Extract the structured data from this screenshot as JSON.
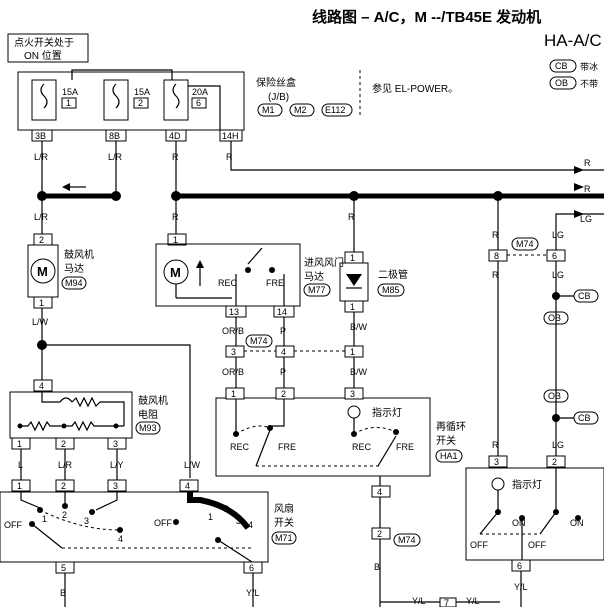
{
  "title": "线路图 – A/C，M --/TB45E 发动机",
  "subtitle": "HA-A/C",
  "legend": [
    {
      "code": "CB",
      "text": "带冰"
    },
    {
      "code": "OB",
      "text": "不带"
    }
  ],
  "ign": {
    "line1": "点火开关处于",
    "line2": "ON 位置"
  },
  "fuse_box": {
    "label": "保险丝盒",
    "jb": "(J/B)",
    "conns": [
      "M1",
      "M2",
      "E112"
    ]
  },
  "ref": "参见 EL-POWER。",
  "fuses": [
    {
      "amp": "15A",
      "num": "1",
      "term": "3B",
      "wire": "L/R"
    },
    {
      "amp": "15A",
      "num": "2",
      "term": "8B",
      "wire": "L/R"
    },
    {
      "amp": "20A",
      "num": "6",
      "term": "4D",
      "wire": "R"
    },
    {
      "amp": "",
      "num": "",
      "term": "14H",
      "wire": "R"
    }
  ],
  "blower_motor": {
    "name1": "鼓风机",
    "name2": "马达",
    "conn": "M94",
    "motor": "M",
    "pin_top": "2",
    "pin_bot": "1",
    "wire_top": "L/R",
    "wire_bot": "L/W"
  },
  "intake_motor": {
    "name1": "进风风门",
    "name2": "马达",
    "conn": "M77",
    "motor": "M",
    "pin_top": "1",
    "rec": "REC",
    "fre": "FRE",
    "pin_l": "13",
    "pin_r": "14",
    "wire_top": "R"
  },
  "diode": {
    "name": "二极管",
    "conn": "M85",
    "pin_top": "1",
    "pin_bot": "1",
    "wire_top": "R",
    "wire_bot": "B/W"
  },
  "joint": {
    "conn": "M74",
    "pins": [
      "3",
      "4",
      "1"
    ],
    "wires_top": [
      "OR/B",
      "P",
      "B/W"
    ],
    "wires_bot": [
      "OR/B",
      "P",
      "B/W"
    ]
  },
  "resistor": {
    "name1": "鼓风机",
    "name2": "电阻",
    "conn": "M93",
    "pin_top": "4",
    "pins": [
      "1",
      "2",
      "3"
    ],
    "wires": [
      "L",
      "L/R",
      "L/Y"
    ]
  },
  "recirc_switch": {
    "name1": "再循环",
    "name2": "开关",
    "conn": "HA1",
    "ind": "指示灯",
    "pins": [
      "1",
      "2",
      "3"
    ],
    "rec": "REC",
    "fre": "FRE",
    "pin_bot": "4"
  },
  "fan_switch": {
    "name1": "风扇",
    "name2": "开关",
    "conn": "M71",
    "off": "OFF",
    "steps": [
      "1",
      "2",
      "3",
      "4"
    ],
    "pins_top": [
      "1",
      "2",
      "3",
      "4"
    ],
    "pin_bot_l": "5",
    "pin_bot_r": "6",
    "wire_bot_l": "B",
    "wire_bot_r": "Y/L",
    "wire_top_r": "L/W"
  },
  "bot_mid": {
    "pin": "2",
    "conn": "M74",
    "wire": "B"
  },
  "right_block": {
    "conn": "M74",
    "pins": [
      "8",
      "6"
    ],
    "wires": [
      "R",
      "LG",
      "R",
      "LG",
      "R",
      "LG"
    ],
    "ind": "指示灯",
    "off": "OFF",
    "on": "ON",
    "sw_pins": [
      "3",
      "2"
    ],
    "wire_bot": "Y/L",
    "cb": "CB",
    "ob": "OB"
  },
  "bottom": {
    "wire_l": "Y/L",
    "pin": "7",
    "wire_r": "Y/L"
  },
  "bus_labels": [
    "R",
    "R",
    "R",
    "LG"
  ],
  "arrow_note": ""
}
